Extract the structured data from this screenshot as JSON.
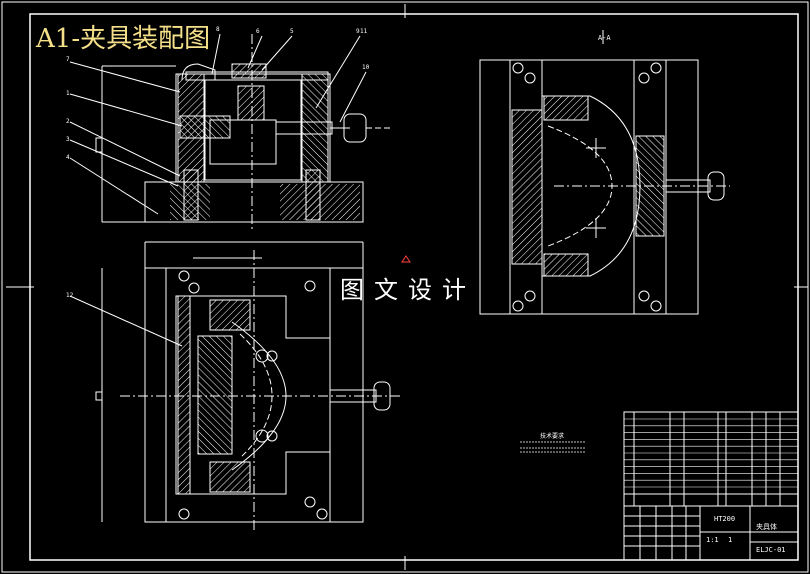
{
  "drawing": {
    "title": "A1-夹具装配图",
    "watermark": "图文设计",
    "front_view_label": "A-A",
    "balloons": [
      "1",
      "2",
      "3",
      "4",
      "5",
      "6",
      "7",
      "8",
      "9",
      "10",
      "11",
      "12"
    ],
    "tech_note_title": "技术要求",
    "title_block": {
      "part_name": "夹具体",
      "drawing_no": "ELJC-01",
      "scale": "1:1",
      "quantity": "1",
      "material": "HT200"
    }
  },
  "colors": {
    "background": "#000000",
    "line": "#ffffff",
    "title": "#f5e08a",
    "hatch": "#ffffff"
  }
}
